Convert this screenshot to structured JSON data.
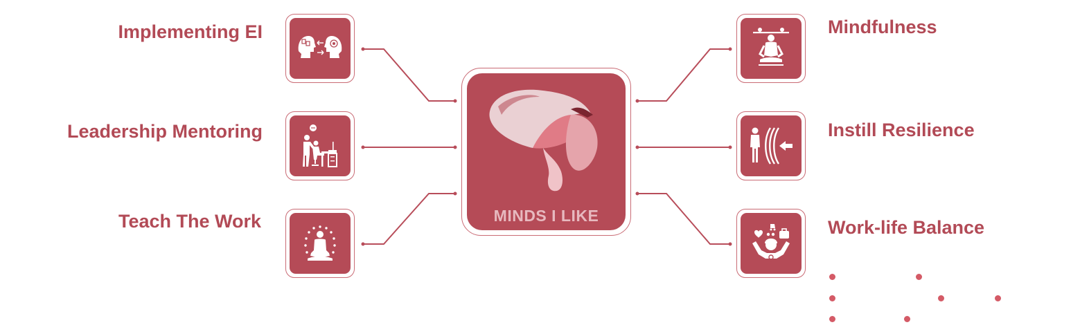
{
  "brand": {
    "name": "MINDS I LIKE"
  },
  "left_items": [
    {
      "label": "Implementing EI",
      "icon": "brain-exchange-icon"
    },
    {
      "label": "Leadership Mentoring",
      "icon": "mentor-desk-icon"
    },
    {
      "label": "Teach The Work",
      "icon": "meditation-icon"
    }
  ],
  "right_items": [
    {
      "label": "Mindfulness",
      "icon": "balance-meditation-icon"
    },
    {
      "label": "Instill Resilience",
      "icon": "resilience-icon"
    },
    {
      "label": "Work-life Balance",
      "icon": "family-balance-icon"
    }
  ],
  "colors": {
    "accent": "#b54b57",
    "text": "#b24a56",
    "border": "#c96a74",
    "line": "#b84d5a",
    "dots": "#d45a66",
    "brand_text": "#e7b9bf"
  }
}
